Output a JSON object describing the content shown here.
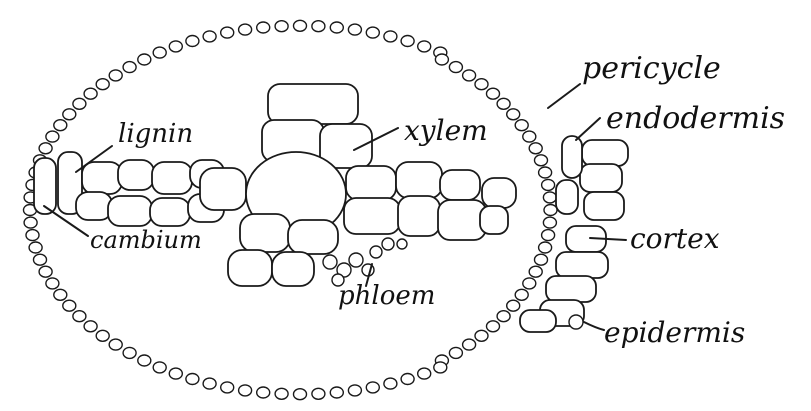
{
  "labels": {
    "pericycle": "pericycle",
    "endodermis": "endodermis",
    "xylem": "xylem",
    "lignin": "lignin",
    "cortex": "cortex",
    "cambium": "cambium",
    "phloem": "phloem",
    "epidermis": "epidermis"
  },
  "colors": {
    "ink": "#1a1a1a",
    "paper": "#ffffff"
  }
}
